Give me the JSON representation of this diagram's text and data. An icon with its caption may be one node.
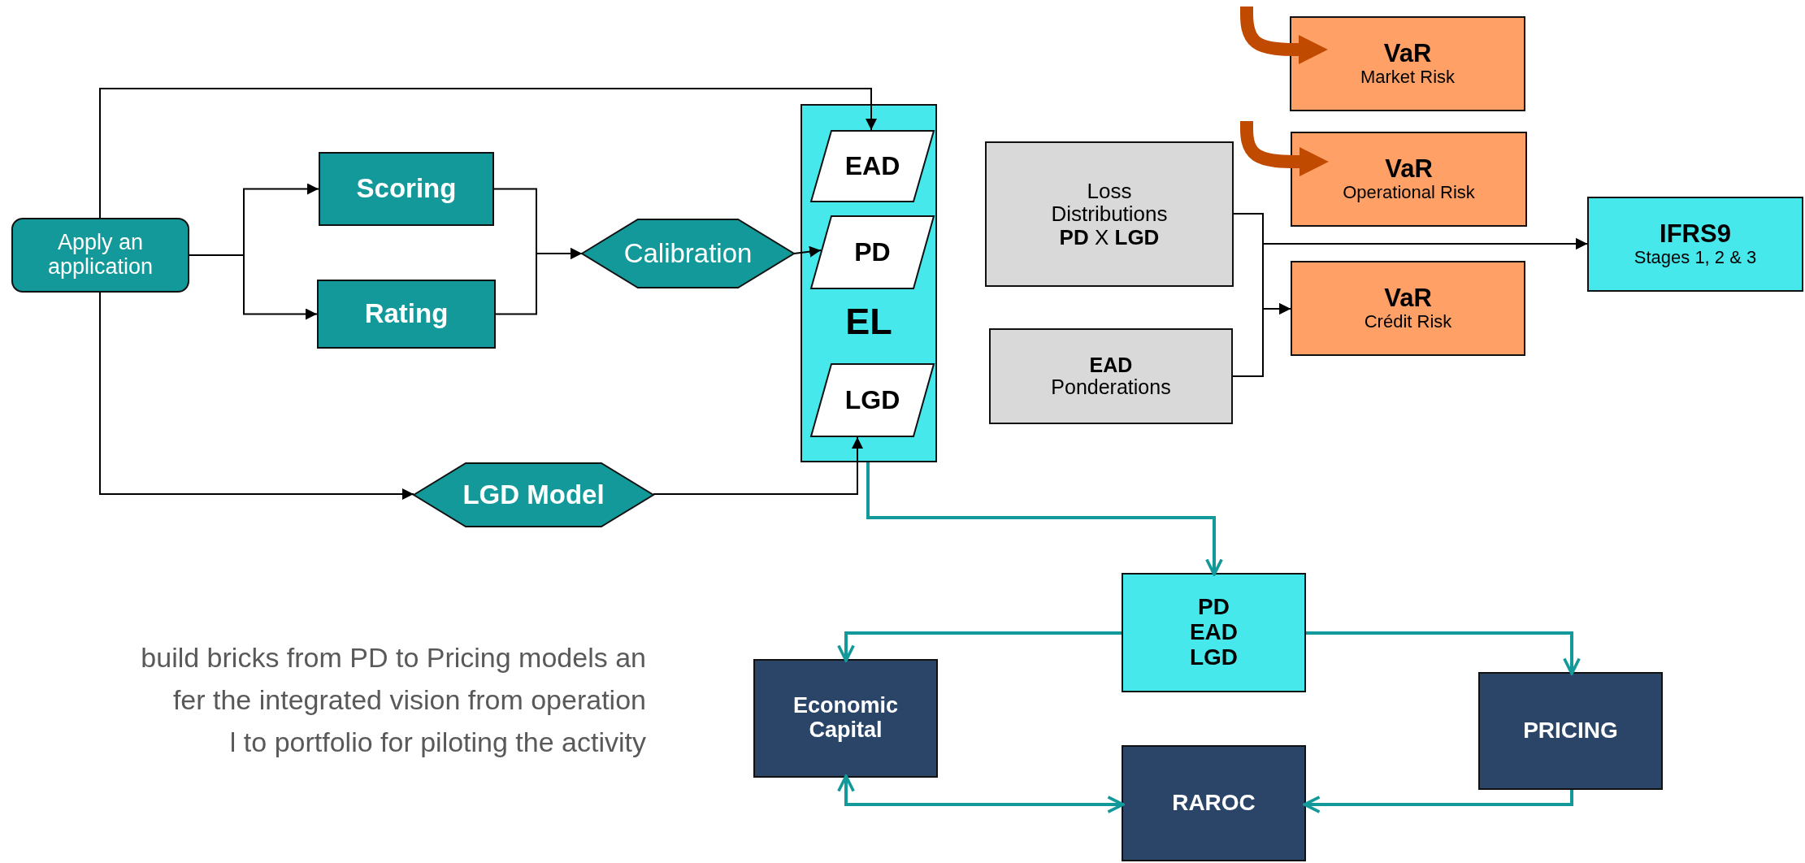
{
  "diagram": {
    "nodes": [
      {
        "text": [
          "Apply an application"
        ]
      },
      {
        "text": [
          "Scoring"
        ]
      },
      {
        "text": [
          "Rating"
        ]
      },
      {
        "text": [
          "Calibration"
        ]
      },
      {
        "text": [
          "EL"
        ]
      },
      {
        "text": [
          "EAD"
        ],
        "in": 4
      },
      {
        "text": [
          "PD"
        ],
        "in": 4
      },
      {
        "text": [
          "LGD"
        ],
        "in": 4
      },
      {
        "text": [
          "LGD Model"
        ]
      },
      {
        "text": [
          "VaR",
          "Market Risk"
        ]
      },
      {
        "text": [
          "VaR",
          "Operational Risk"
        ]
      },
      {
        "text": [
          "Loss Distributions",
          "**PD** X **LGD**"
        ]
      },
      {
        "text": [
          "IFRS9",
          "Stages 1, 2 & 3"
        ]
      },
      {
        "text": [
          "VaR",
          "Crédit Risk"
        ]
      },
      {
        "text": [
          "EAD",
          "Ponderations"
        ]
      },
      {
        "text": [
          "PD EAD LGD"
        ]
      },
      {
        "text": [
          "Economic Capital"
        ]
      },
      {
        "text": [
          "PRICING"
        ]
      },
      {
        "text": [
          "RAROC"
        ]
      }
    ],
    "edges": [
      {
        "from": 0,
        "to": 1,
        "arrow": "to"
      },
      {
        "from": 0,
        "to": 2,
        "arrow": "to"
      },
      {
        "from": 1,
        "to": 3,
        "arrow": "to"
      },
      {
        "from": 2,
        "to": 3,
        "arrow": "to"
      },
      {
        "from": 3,
        "to": 6,
        "arrow": "to"
      },
      {
        "from": 0,
        "to": 5,
        "arrow": "to"
      },
      {
        "from": 0,
        "to": 8,
        "arrow": "to"
      },
      {
        "from": 8,
        "to": 7,
        "arrow": "to"
      },
      {
        "from": 4,
        "to": 15,
        "arrow": "to",
        "color": "#139999"
      },
      {
        "from": 15,
        "to": 16,
        "arrow": "to",
        "color": "#139999"
      },
      {
        "from": 15,
        "to": 17,
        "arrow": "to",
        "color": "#139999"
      },
      {
        "from": 16,
        "to": 18,
        "arrow": "both",
        "color": "#139999"
      },
      {
        "from": 17,
        "to": 18,
        "arrow": "to",
        "color": "#139999"
      },
      {
        "from": null,
        "to": 9,
        "arrow": "to",
        "style": "thick",
        "color": "#c04a00"
      },
      {
        "from": null,
        "to": 10,
        "arrow": "to",
        "style": "thick",
        "color": "#c04a00"
      },
      {
        "from": 11,
        "to": 12,
        "arrow": "to"
      },
      {
        "from": 11,
        "to": 13,
        "arrow": "to"
      },
      {
        "from": 14,
        "to": 12,
        "arrow": "to"
      },
      {
        "from": 14,
        "to": 13,
        "arrow": "to"
      }
    ],
    "labels": [
      "build bricks from PD to Pricing models an",
      "fer the integrated vision from operation",
      "l to portfolio for piloting the activity"
    ]
  }
}
